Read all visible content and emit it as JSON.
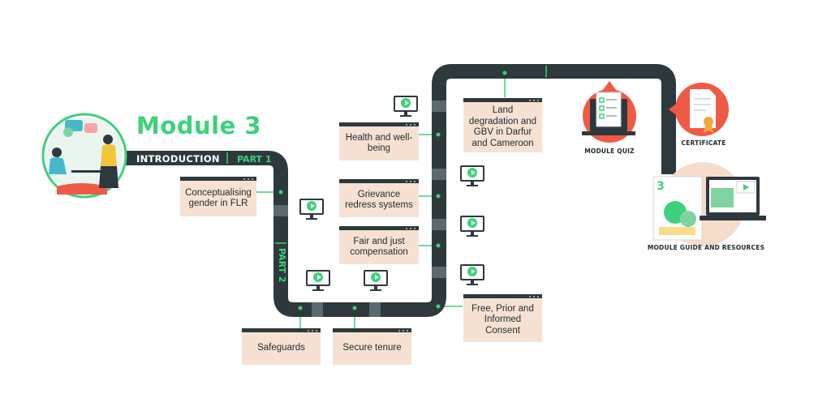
{
  "title": "Module 3",
  "introduction_label": "INTRODUCTION",
  "part1_label": "PART 1",
  "part2_label": "PART 2",
  "topics": {
    "conceptualising": "Conceptualising gender in FLR",
    "health": "Health and well-being",
    "grievance": "Grievance redress systems",
    "compensation": "Fair and just compensation",
    "land_degradation": "Land degradation and GBV in Darfur and Cameroon",
    "fpic": "Free, Prior and Informed Consent",
    "safeguards": "Safeguards",
    "secure_tenure": "Secure tenure"
  },
  "module_quiz_label": "MODULE QUIZ",
  "certificate_label": "CERTIFICATE",
  "guide_label": "MODULE GUIDE AND RESOURCES",
  "book_number": "3",
  "colors": {
    "track": "#2d393d",
    "accent_green": "#3dd17c",
    "card_fill": "#f6e1d2",
    "quiz_red": "#ef5a45",
    "peach_circle": "#f6dccb"
  },
  "icons": [
    "video-play-icon",
    "quiz-laptop-icon",
    "certificate-icon",
    "book-icon",
    "laptop-icon",
    "people-illustration"
  ]
}
